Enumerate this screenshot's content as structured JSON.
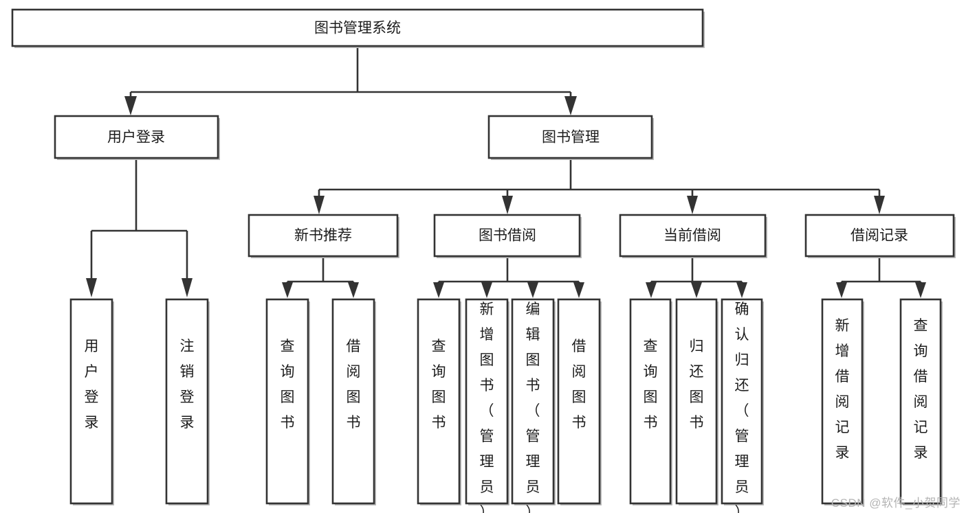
{
  "diagram": {
    "title": "图书管理系统",
    "type": "tree-hierarchy-chart",
    "watermark": "CSDN @软件_小贺同学",
    "colors": {
      "box_stroke": "#333333",
      "box_fill": "#ffffff",
      "text": "#1c1c1c",
      "watermark": "#b4b4b4",
      "background": "#ffffff"
    },
    "levels": [
      {
        "level": 1,
        "nodes": [
          {
            "id": "root",
            "label": "图书管理系统",
            "orientation": "horizontal"
          }
        ]
      },
      {
        "level": 2,
        "nodes": [
          {
            "id": "login",
            "label": "用户登录",
            "orientation": "horizontal",
            "parent": "root"
          },
          {
            "id": "bookmgmt",
            "label": "图书管理",
            "orientation": "horizontal",
            "parent": "root"
          }
        ]
      },
      {
        "level": 3,
        "nodes": [
          {
            "id": "newbook",
            "label": "新书推荐",
            "orientation": "horizontal",
            "parent": "bookmgmt"
          },
          {
            "id": "borrow",
            "label": "图书借阅",
            "orientation": "horizontal",
            "parent": "bookmgmt"
          },
          {
            "id": "current",
            "label": "当前借阅",
            "orientation": "horizontal",
            "parent": "bookmgmt"
          },
          {
            "id": "records",
            "label": "借阅记录",
            "orientation": "horizontal",
            "parent": "bookmgmt"
          }
        ]
      },
      {
        "level": 4,
        "nodes": [
          {
            "id": "leaf1",
            "label": "用户登录",
            "orientation": "vertical",
            "parent": "login"
          },
          {
            "id": "leaf2",
            "label": "注销登录",
            "orientation": "vertical",
            "parent": "login"
          },
          {
            "id": "leaf3",
            "label": "查询图书",
            "orientation": "vertical",
            "parent": "newbook"
          },
          {
            "id": "leaf4",
            "label": "借阅图书",
            "orientation": "vertical",
            "parent": "newbook"
          },
          {
            "id": "leaf5",
            "label": "查询图书",
            "orientation": "vertical",
            "parent": "borrow"
          },
          {
            "id": "leaf6",
            "label": "新增图书（管理员）",
            "orientation": "vertical",
            "parent": "borrow"
          },
          {
            "id": "leaf7",
            "label": "编辑图书（管理员）",
            "orientation": "vertical",
            "parent": "borrow"
          },
          {
            "id": "leaf8",
            "label": "借阅图书",
            "orientation": "vertical",
            "parent": "borrow"
          },
          {
            "id": "leaf9",
            "label": "查询图书",
            "orientation": "vertical",
            "parent": "current"
          },
          {
            "id": "leaf10",
            "label": "归还图书",
            "orientation": "vertical",
            "parent": "current"
          },
          {
            "id": "leaf11",
            "label": "确认归还（管理员）",
            "orientation": "vertical",
            "parent": "current"
          },
          {
            "id": "leaf12",
            "label": "新增借阅记录",
            "orientation": "vertical",
            "parent": "records"
          },
          {
            "id": "leaf13",
            "label": "查询借阅记录",
            "orientation": "vertical",
            "parent": "records"
          }
        ]
      }
    ]
  }
}
